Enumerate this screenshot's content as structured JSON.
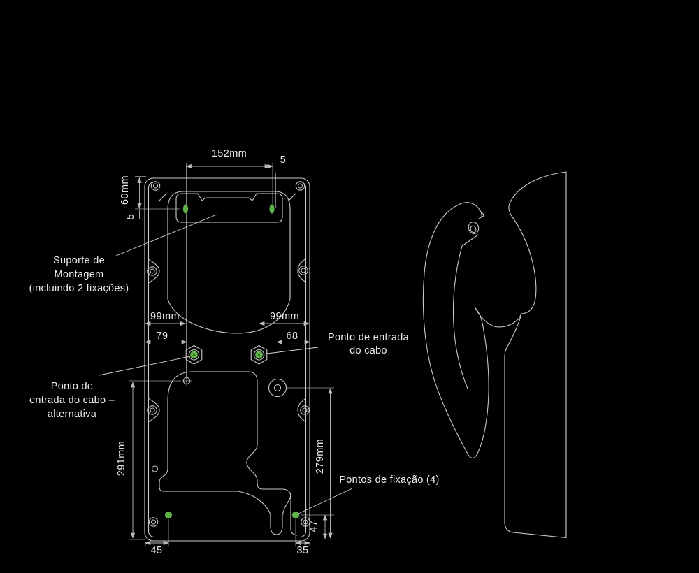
{
  "colors": {
    "background": "#000000",
    "line": "#c9c9c9",
    "text": "#ededed",
    "accent_green": "#5fb14a"
  },
  "front_view": {
    "dims": {
      "width_top": "152mm",
      "offset_top": "5",
      "height_top_left": "60mm",
      "offset_left": "5",
      "width_left": "99mm",
      "width_right": "99mm",
      "inner_left": "79",
      "inner_right": "68",
      "height_left": "291mm",
      "height_right": "279mm",
      "bottom_offset_left": "45",
      "bottom_offset_right": "35",
      "bottom_corner_height": "47"
    }
  },
  "labels": {
    "mounting": {
      "line1": "Suporte de",
      "line2": "Montagem",
      "line3": "(incluindo 2 fixações)"
    },
    "cable_entry": {
      "line1": "Ponto de entrada",
      "line2": "do cabo"
    },
    "cable_entry_alt": {
      "line1": "Ponto de",
      "line2": "entrada do cabo –",
      "line3": "alternativa"
    },
    "fixing_points": "Pontos de fixação (4)"
  },
  "glyphs": {
    "fixing_dot": "green-dot",
    "bracket_fixing": "green-pill",
    "cable_entry_nut": "hex-nut",
    "screw_hole": "double-circle",
    "alt_entry": "target-circle"
  }
}
